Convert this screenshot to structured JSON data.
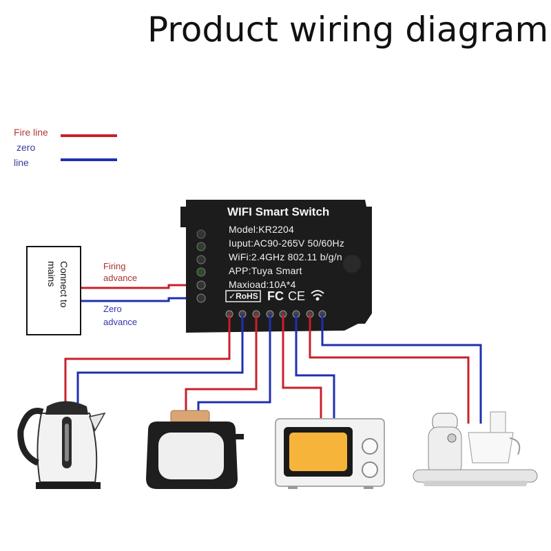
{
  "title": "Product wiring diagram",
  "legend": {
    "fire_label": "Fire line",
    "zero_label_1": "zero",
    "zero_label_2": "line"
  },
  "mains": {
    "label": "Connect to mains"
  },
  "advance": {
    "fire_line1": "Firing",
    "fire_line2": "advance",
    "zero_line1": "Zero",
    "zero_line2": "advance"
  },
  "device": {
    "title": "WIFI Smart Switch",
    "model": "Model:KR2204",
    "input": "Iuput:AC90-265V 50/60Hz",
    "wifi": "WiFi:2.4GHz 802.11 b/g/n",
    "app": "APP:Tuya Smart",
    "maxload": "Maxioad:10A*4",
    "cert_rohs": "RoHS",
    "cert_fc": "FC",
    "cert_ce": "CE"
  },
  "colors": {
    "fire": "#c8202a",
    "zero": "#1f2fb0",
    "device_body": "#1c1c1c"
  },
  "appliances": [
    "kettle-icon",
    "toaster-icon",
    "microwave-icon",
    "blender-icon"
  ]
}
